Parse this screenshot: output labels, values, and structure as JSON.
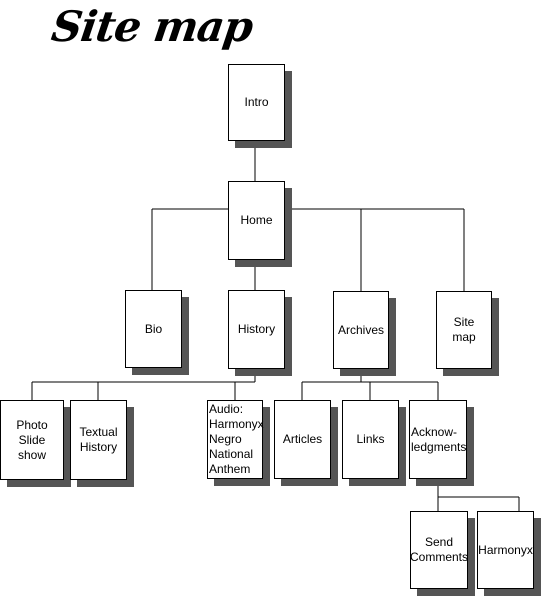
{
  "title": "Site map",
  "nodes": {
    "intro": "Intro",
    "home": "Home",
    "bio": "Bio",
    "history": "History",
    "archives": "Archives",
    "sitemap": "Site\nmap",
    "photo": "Photo\nSlide\nshow",
    "textual": "Textual\nHistory",
    "audio": "Audio:\nHarmonyx\nNegro\nNational\nAnthem",
    "articles": "Articles",
    "links": "Links",
    "ack": "Acknow-\nledgments",
    "send": "Send\nComments",
    "harmonyx": "Harmonyx"
  }
}
